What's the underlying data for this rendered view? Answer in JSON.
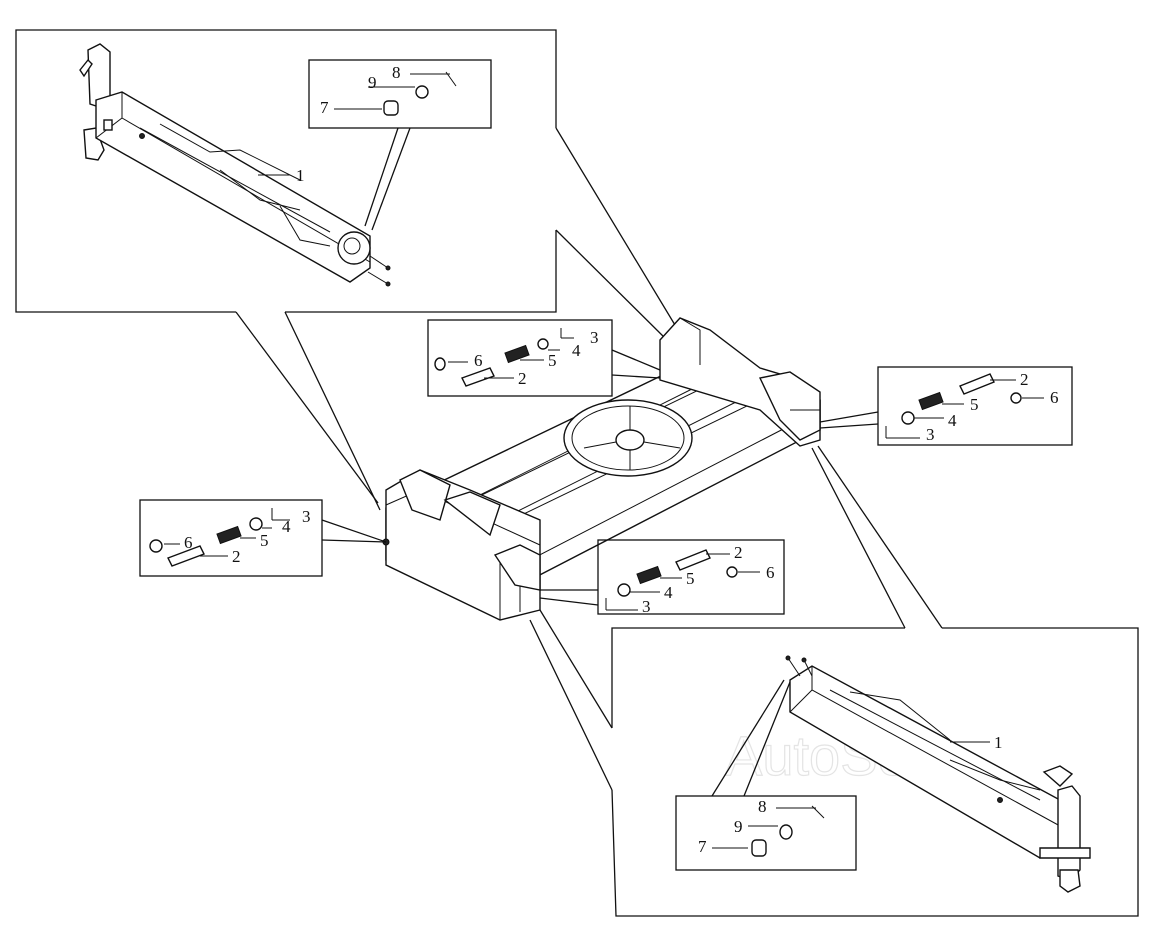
{
  "watermark": "AutoSoft",
  "callouts": {
    "top_left": {
      "items": [
        "9",
        "8",
        "7"
      ]
    },
    "top_left_main": {
      "label": "1"
    },
    "center_top": {
      "items": [
        "6",
        "5",
        "4",
        "3",
        "2"
      ]
    },
    "right": {
      "items": [
        "2",
        "6",
        "5",
        "4",
        "3"
      ]
    },
    "left": {
      "items": [
        "6",
        "4",
        "3",
        "5",
        "2"
      ]
    },
    "center_bottom": {
      "items": [
        "2",
        "5",
        "6",
        "4",
        "3"
      ]
    },
    "bottom_right": {
      "items": [
        "8",
        "9",
        "7"
      ]
    },
    "bottom_right_main": {
      "label": "1"
    }
  }
}
